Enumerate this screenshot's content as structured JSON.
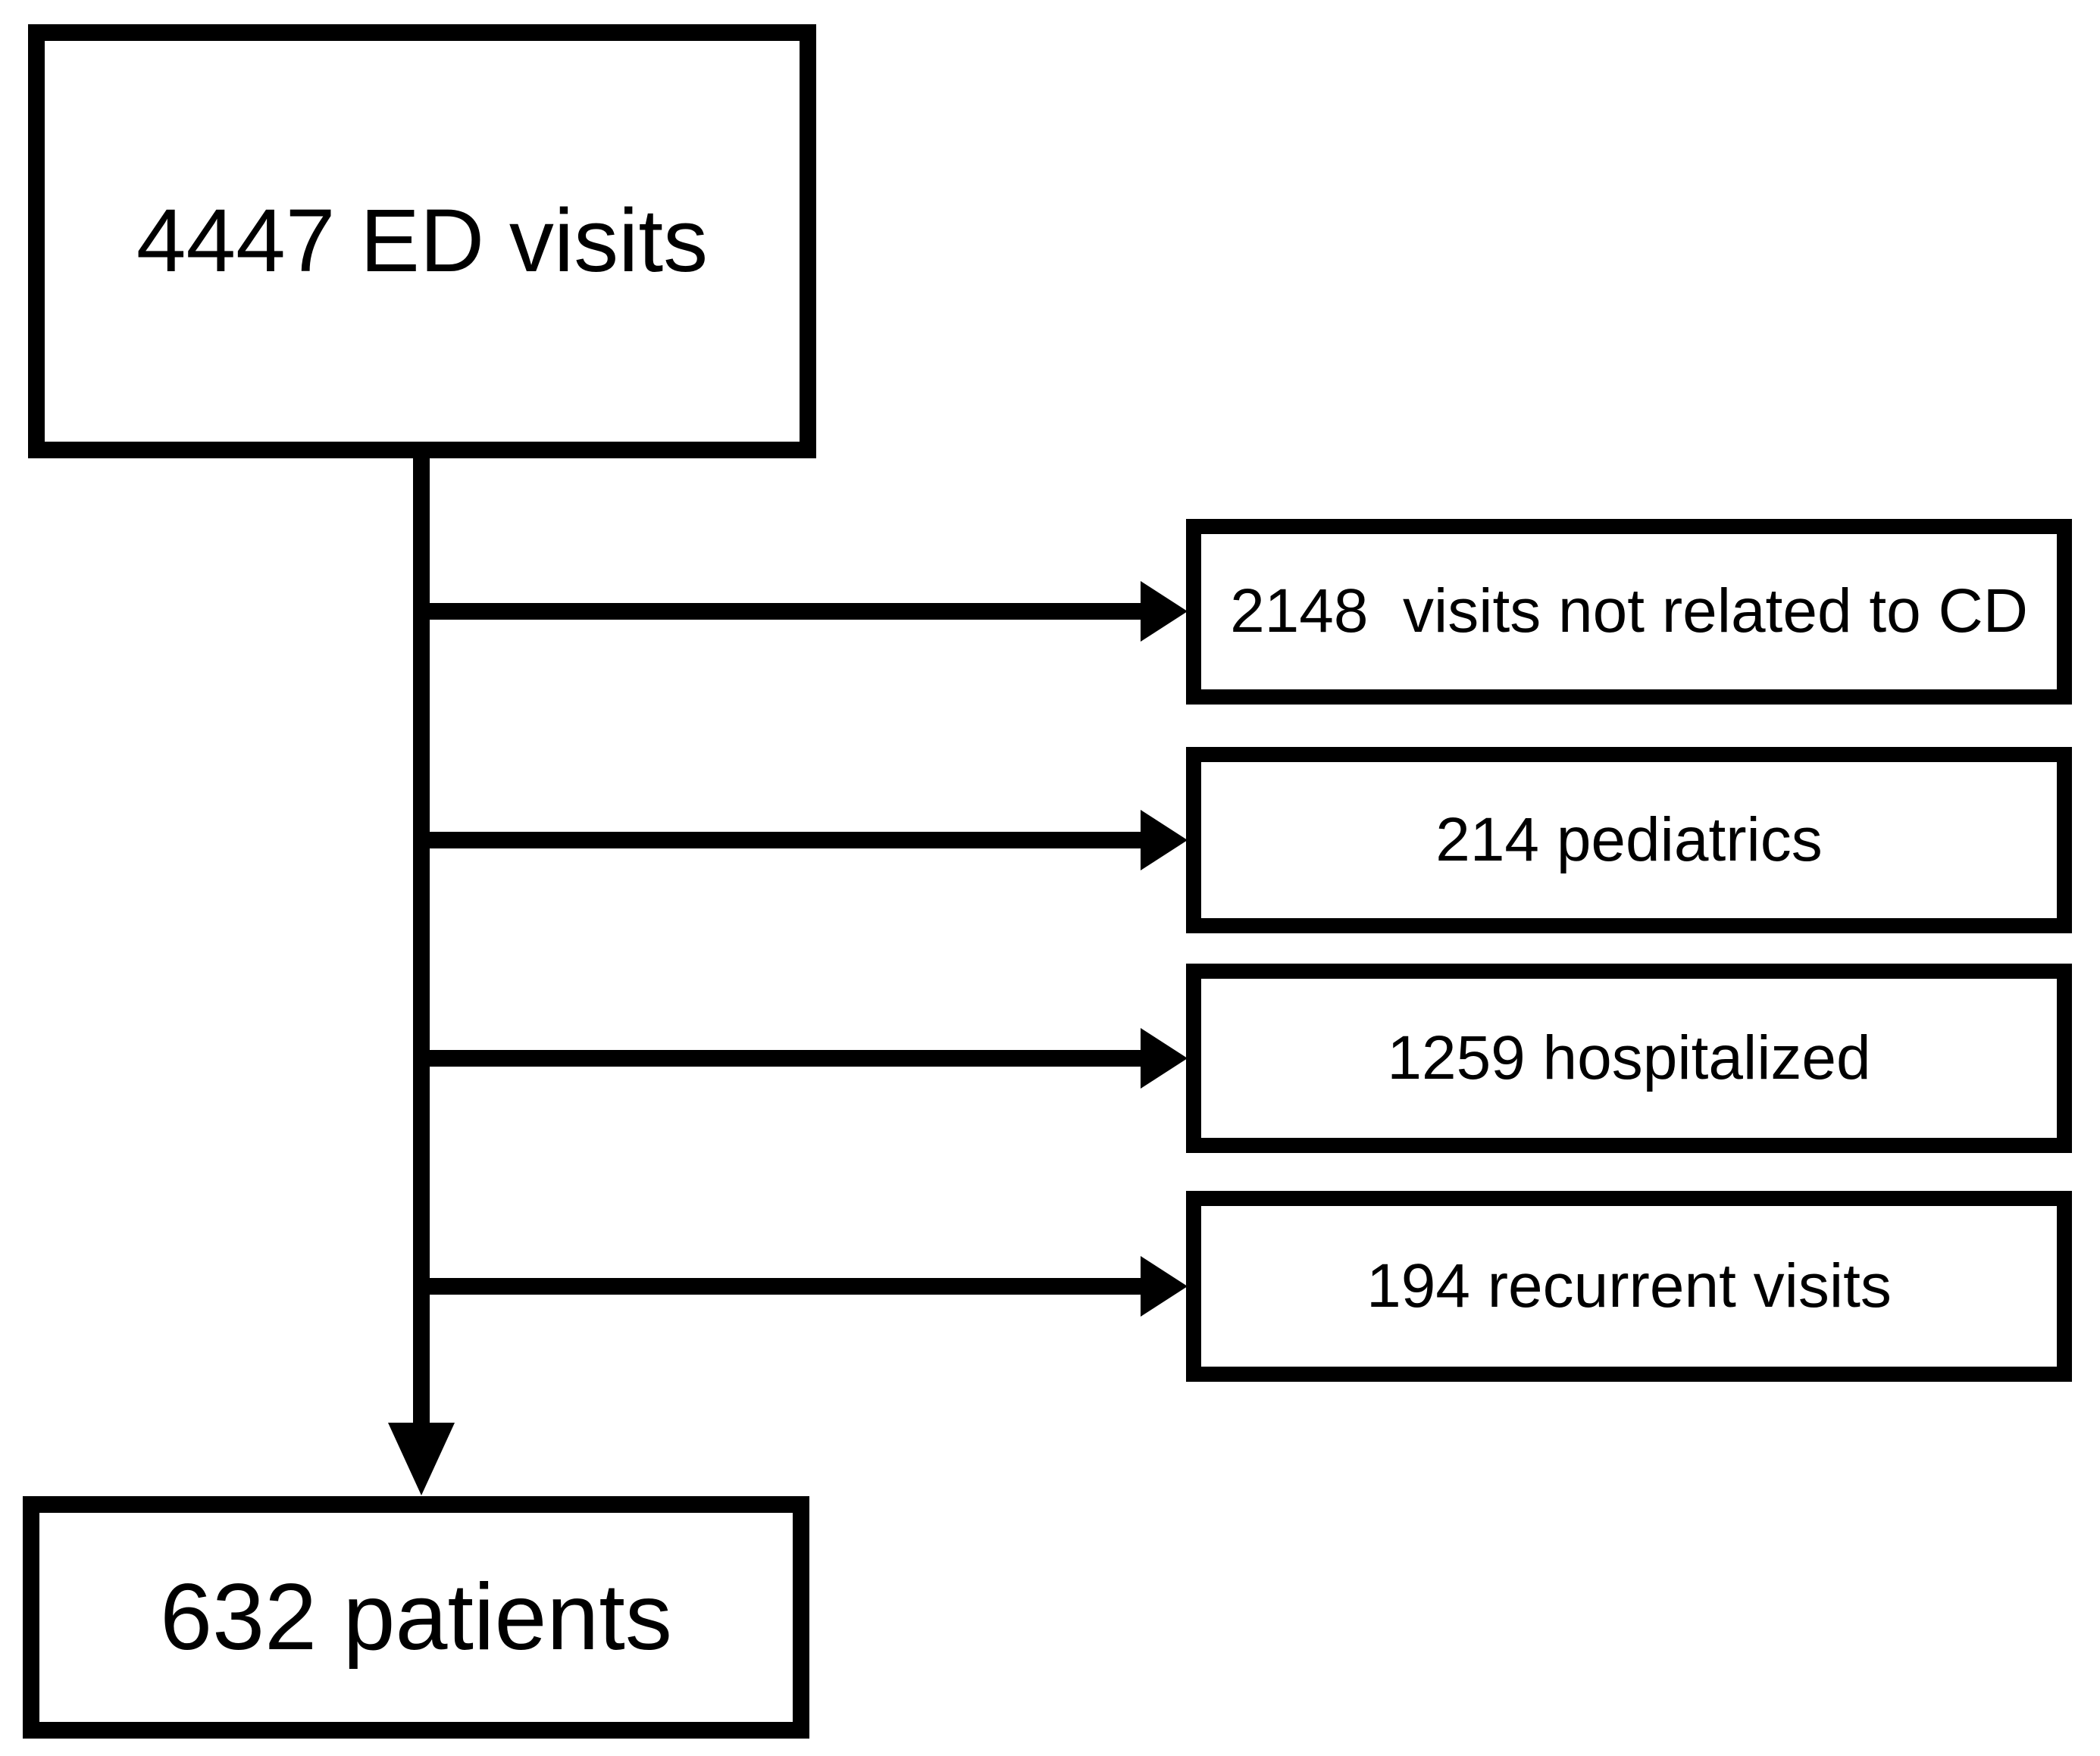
{
  "diagram": {
    "type": "flowchart",
    "description": "Patient selection flow: ED visits screened down to included patients with four exclusion branches",
    "colors": {
      "stroke": "#000000",
      "text": "#000000",
      "background": "#ffffff"
    },
    "nodes": {
      "source": {
        "label": "4447 ED visits",
        "count": 4447
      },
      "excluded": [
        {
          "label": "2148  visits not related to CD",
          "count": 2148
        },
        {
          "label": "214 pediatrics",
          "count": 214
        },
        {
          "label": "1259 hospitalized",
          "count": 1259
        },
        {
          "label": "194 recurrent visits",
          "count": 194
        }
      ],
      "result": {
        "label": "632 patients",
        "count": 632
      }
    },
    "edges": [
      {
        "from": "source",
        "to": "excluded-0"
      },
      {
        "from": "source",
        "to": "excluded-1"
      },
      {
        "from": "source",
        "to": "excluded-2"
      },
      {
        "from": "source",
        "to": "excluded-3"
      },
      {
        "from": "source",
        "to": "result"
      }
    ]
  }
}
